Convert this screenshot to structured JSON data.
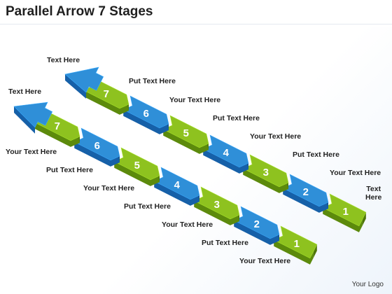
{
  "title": "Parallel Arrow 7 Stages",
  "logo": "Your Logo",
  "colors": {
    "green_top": "#8ec21f",
    "green_side": "#5c8a0c",
    "blue_top": "#2f8fd8",
    "blue_side": "#1660a8",
    "label": "#222222"
  },
  "arrows": [
    {
      "name": "upper",
      "head_label": "Text Here",
      "stages": [
        {
          "number": "7",
          "color": "green",
          "label": "Put  Text Here"
        },
        {
          "number": "6",
          "color": "blue",
          "label": "Your Text Here"
        },
        {
          "number": "5",
          "color": "green",
          "label": "Put Text Here"
        },
        {
          "number": "4",
          "color": "blue",
          "label": "Your Text Here"
        },
        {
          "number": "3",
          "color": "green",
          "label": "Put Text Here"
        },
        {
          "number": "2",
          "color": "blue",
          "label": "Your Text Here"
        },
        {
          "number": "1",
          "color": "green",
          "label": "Text\nHere"
        }
      ]
    },
    {
      "name": "lower",
      "head_label": "Text Here",
      "stages": [
        {
          "number": "7",
          "color": "green",
          "label": "Your Text Here"
        },
        {
          "number": "6",
          "color": "blue",
          "label": "Put Text Here"
        },
        {
          "number": "5",
          "color": "green",
          "label": "Your Text Here"
        },
        {
          "number": "4",
          "color": "blue",
          "label": "Put Text Here"
        },
        {
          "number": "3",
          "color": "green",
          "label": "Your Text Here"
        },
        {
          "number": "2",
          "color": "blue",
          "label": "Put Text Here"
        },
        {
          "number": "1",
          "color": "green",
          "label": "Your Text Here"
        }
      ]
    }
  ]
}
